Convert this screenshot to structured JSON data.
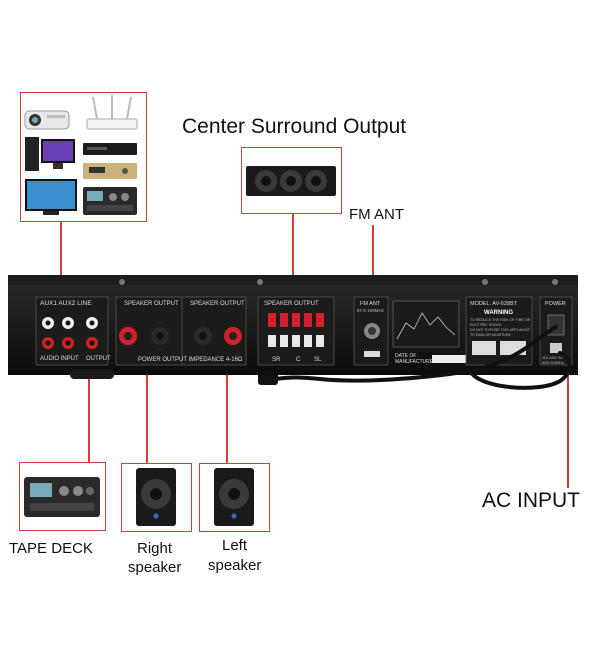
{
  "labels": {
    "center_surround_output": "Center Surround Output",
    "fm_ant": "FM ANT",
    "ac_input": "AC INPUT",
    "tape_deck": "TAPE DECK",
    "right_speaker_line1": "Right",
    "right_speaker_line2": "speaker",
    "left_speaker_line1": "Left",
    "left_speaker_line2": "speaker"
  },
  "panel": {
    "aux_label": "AUX1   AUX2    LINE",
    "audio_input": "AUDIO INPUT",
    "output": "OUTPUT",
    "speaker_output_1": "SPEAKER OUTPUT",
    "speaker_output_2": "SPEAKER OUTPUT",
    "speaker_output_3": "SPEAKER OUTPUT",
    "power_output_impedance": "POWER OUTPUT IMPEDANCE 4-16Ω",
    "sr": "SR",
    "c": "C",
    "sl": "SL",
    "fm_ant_panel": "FM ANT",
    "fm_ant_sub": "87.5-108MHz",
    "model": "MODEL: AV-628BT",
    "warning": "WARNING",
    "warning_text_1": "TO REDUCE THE RISK OF FIRE OR",
    "warning_text_2": "ELECTRIC SHOCK",
    "warning_text_3": "DO NOT EXPOSE THIS APPLIANCE",
    "warning_text_4": "TO RAIN OR MOISTURE",
    "date_of_manufacture_1": "DATE OF",
    "date_of_manufacture_2": "MANUFACTURE",
    "power": "POWER",
    "voltage_line_1": "110-240V AC",
    "voltage_line_2": "60W 50/60Hz"
  },
  "colors": {
    "accent_red": "#c9433f",
    "panel_black": "#141414",
    "terminal_red": "#d0202a"
  }
}
